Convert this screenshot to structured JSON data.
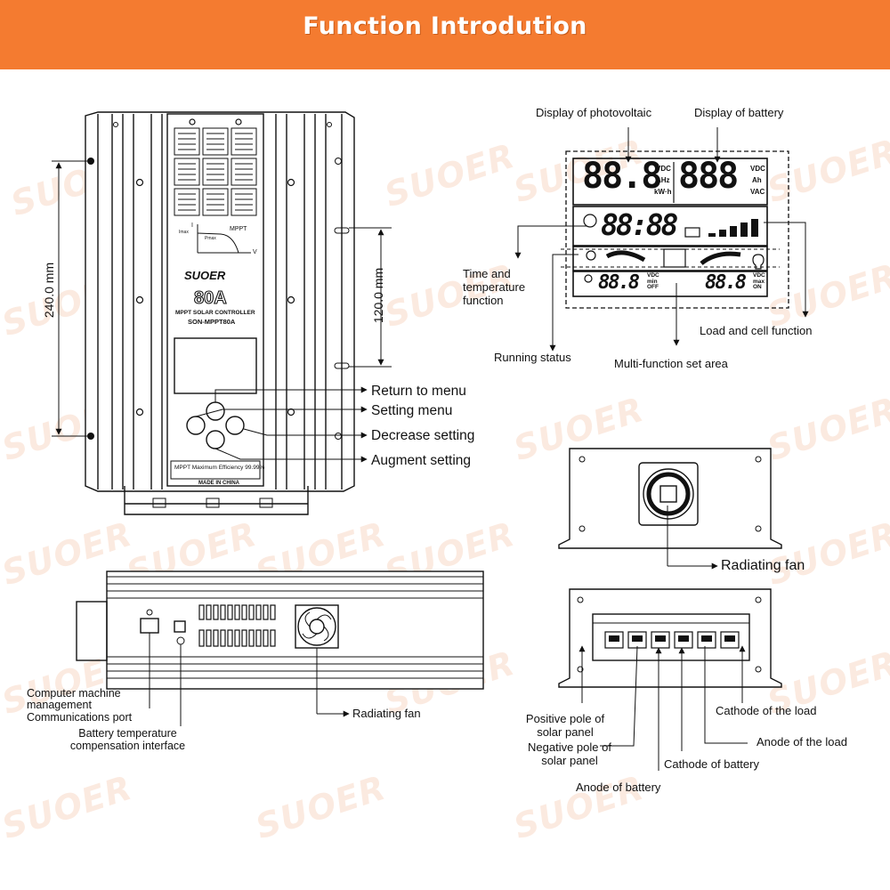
{
  "banner": {
    "title": "Function Introdution"
  },
  "watermark": {
    "text": "SUOER"
  },
  "front_view": {
    "brand": "SUOER",
    "rating": "80A",
    "line1": "MPPT SOLAR CONTROLLER",
    "line2": "SON-MPPT80A",
    "efficiency": "MPPT Maximum Efficiency 99.99%",
    "made_in": "MADE IN CHINA",
    "curve_mppt": "MPPT",
    "curve_i": "I",
    "curve_v": "V",
    "curve_imax": "Imax",
    "curve_pmax": "Pmax",
    "dim_height": "240.0 mm",
    "dim_hole": "120.0 mm",
    "buttons": [
      "Return to menu",
      "Setting menu",
      "Decrease setting",
      "Augment setting"
    ]
  },
  "lcd": {
    "label_pv": "Display of photovoltaic",
    "label_battery": "Display of battery",
    "digits_pv": "88.8",
    "digits_batt": "888",
    "digits_time": "88:88",
    "digits_set_left": "88.8",
    "digits_set_right": "88.8",
    "units_left": [
      "VDC",
      "AHz",
      "kW·h"
    ],
    "units_right": [
      "VDC",
      "Ah",
      "VAC"
    ],
    "unit_min": "VDC min OFF",
    "unit_max": "VDC max ON",
    "label_time": "Time and temperature function",
    "label_running": "Running status",
    "label_multi": "Multi-function set area",
    "label_load": "Load and cell function"
  },
  "bottom_view": {
    "label_comm": "Computer machine management Communications port",
    "label_temp": "Battery temperature compensation interface",
    "label_fan": "Radiating fan"
  },
  "end_view_top": {
    "label_fan": "Radiating fan"
  },
  "end_view_bottom": {
    "label_pv_pos": "Positive pole of solar panel",
    "label_pv_neg": "Negative pole of solar panel",
    "label_batt_pos": "Anode of battery",
    "label_batt_neg": "Cathode of battery",
    "label_load_pos": "Anode of the load",
    "label_load_neg": "Cathode of the load"
  }
}
